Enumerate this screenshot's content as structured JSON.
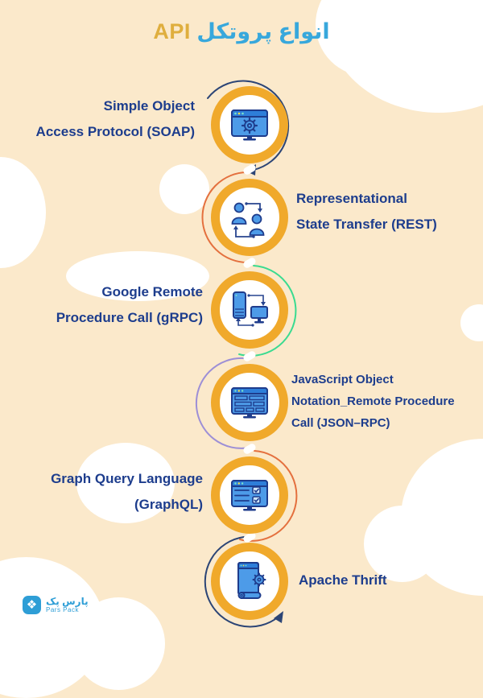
{
  "title": {
    "text_rtl": "انواع پروتکل",
    "text_latin": "API"
  },
  "items": [
    {
      "name": "SOAP",
      "icon": "browser-gear-icon",
      "side": "left",
      "lines": [
        "Simple Object",
        "Access Protocol (SOAP)"
      ]
    },
    {
      "name": "REST",
      "icon": "users-exchange-icon",
      "side": "right",
      "lines": [
        "Representational",
        "State Transfer (REST)"
      ]
    },
    {
      "name": "gRPC",
      "icon": "server-monitor-icon",
      "side": "left",
      "lines": [
        "Google Remote",
        "Procedure Call (gRPC)"
      ]
    },
    {
      "name": "JSON-RPC",
      "icon": "browser-form-icon",
      "side": "right",
      "lines": [
        "JavaScript Object",
        "Notation_Remote Procedure",
        "Call (JSON–RPC)"
      ]
    },
    {
      "name": "GraphQL",
      "icon": "browser-checklist-icon",
      "side": "left",
      "lines": [
        "Graph Query Language",
        "(GraphQL)"
      ]
    },
    {
      "name": "Apache Thrift",
      "icon": "scroll-gear-icon",
      "side": "right",
      "lines": [
        "Apache Thrift"
      ]
    }
  ],
  "colors": {
    "background": "#FBE9CB",
    "ring_yellow": "#F0A92B",
    "title_blue": "#38A8DC",
    "title_gold": "#DFAE3E",
    "text_navy": "#1D3D8D",
    "icon_blue": "#4D9BE8",
    "icon_bar_blue": "#2E7ED9",
    "arc_navy": "#2C4576",
    "arc_orange": "#E4703E",
    "arc_green": "#3ADB90",
    "arc_purple": "#9D8FD6",
    "logo_blue": "#2E9ED6"
  },
  "logo": {
    "brand_fa": "پارس پک",
    "brand_en": "Pars Pack",
    "mark_glyph": "❖"
  }
}
